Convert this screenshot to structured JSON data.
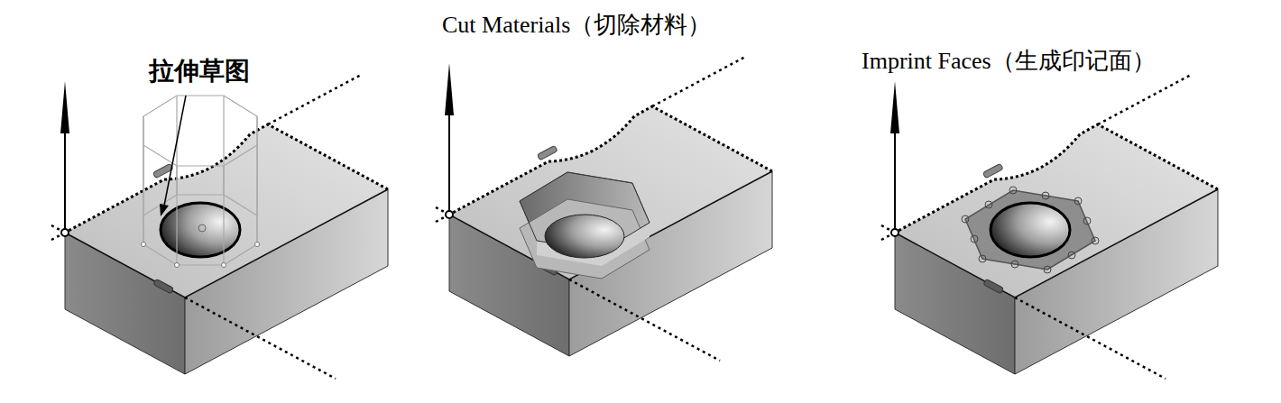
{
  "diagram": {
    "labels": [
      "拉伸草图",
      "Cut Materials（切除材料）",
      "Imprint Faces（生成印记面）"
    ]
  }
}
